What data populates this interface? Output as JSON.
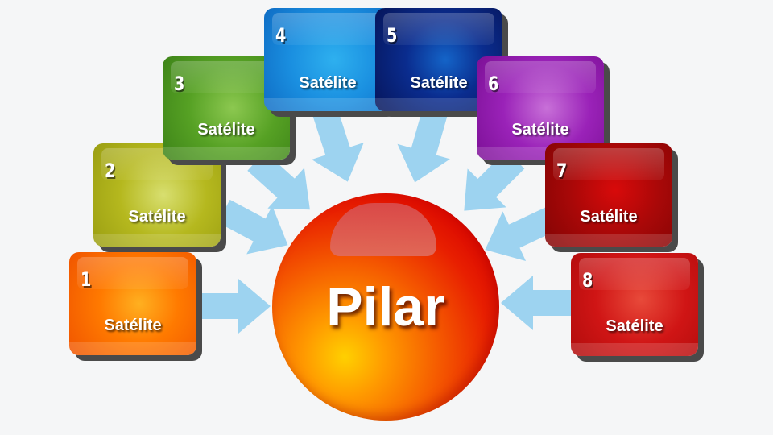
{
  "diagram": {
    "type": "hub-and-spoke",
    "center": {
      "label": "Pilar",
      "color": "#e81f00"
    },
    "arrow_color": "#9dd3f0",
    "satellites": [
      {
        "number": "1",
        "label": "Satélite",
        "color": "#ff6a00"
      },
      {
        "number": "2",
        "label": "Satélite",
        "color": "#b5b81e"
      },
      {
        "number": "3",
        "label": "Satélite",
        "color": "#4f9a1f"
      },
      {
        "number": "4",
        "label": "Satélite",
        "color": "#1a8fe0"
      },
      {
        "number": "5",
        "label": "Satélite",
        "color": "#0a1f7a"
      },
      {
        "number": "6",
        "label": "Satélite",
        "color": "#9a22b8"
      },
      {
        "number": "7",
        "label": "Satélite",
        "color": "#a80808"
      },
      {
        "number": "8",
        "label": "Satélite",
        "color": "#d01515"
      }
    ]
  }
}
